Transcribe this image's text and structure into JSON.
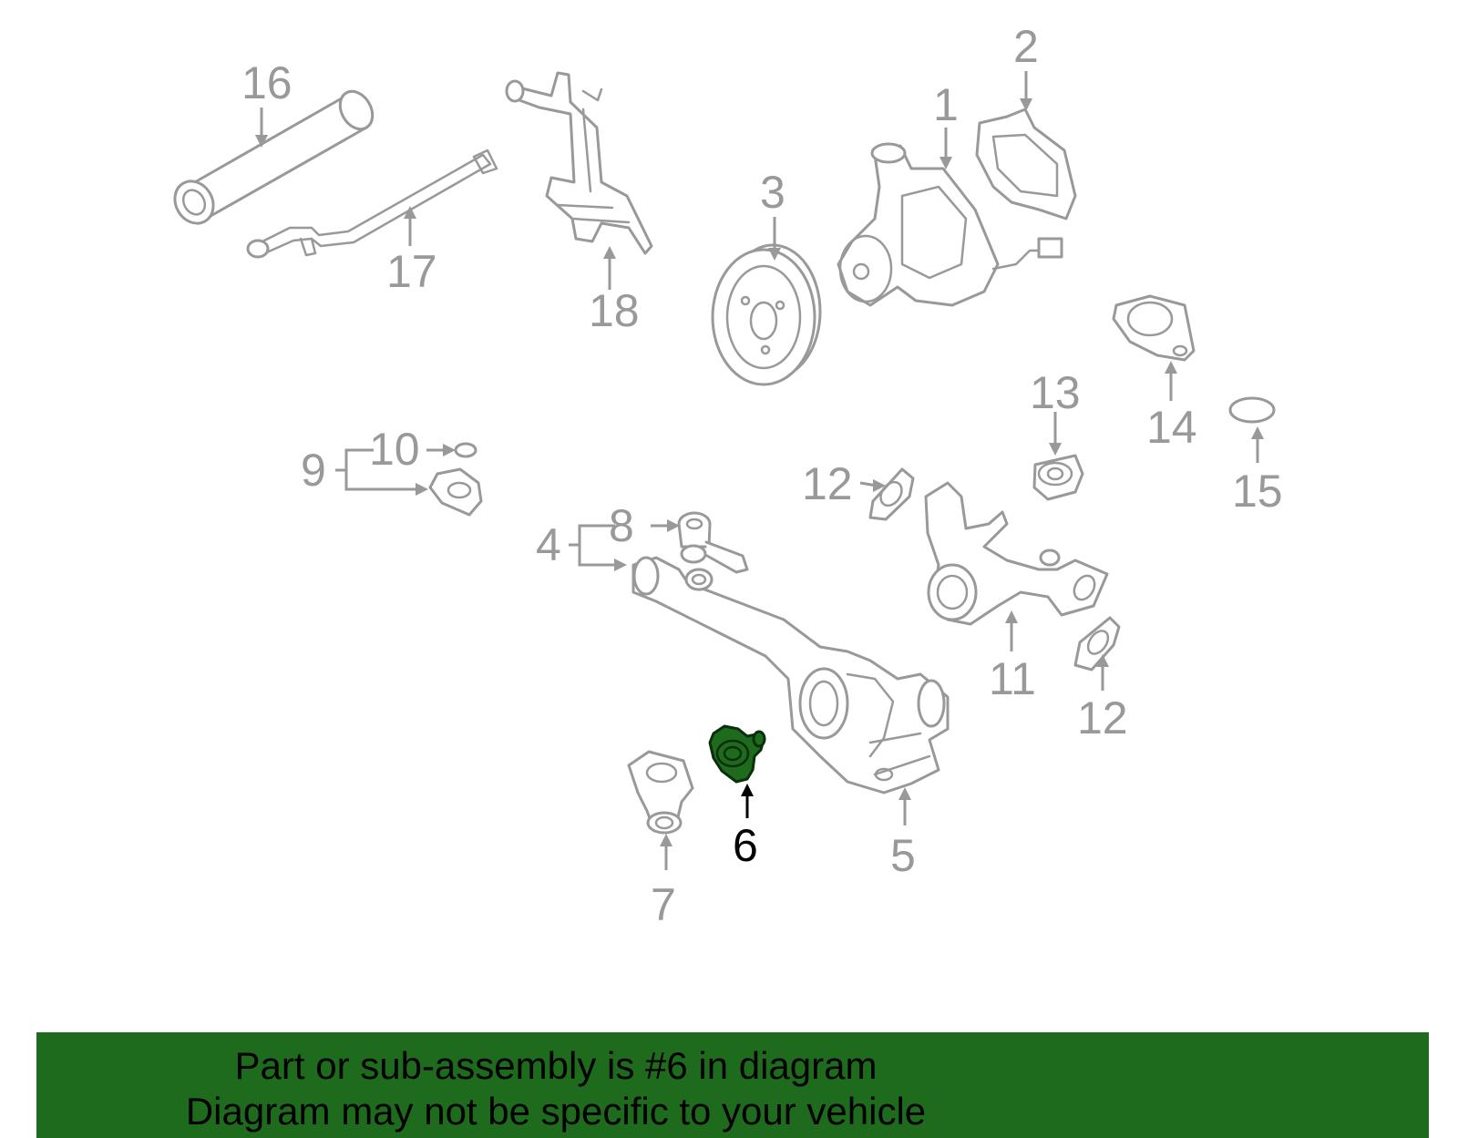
{
  "callouts": {
    "c1": "1",
    "c2": "2",
    "c3": "3",
    "c4": "4",
    "c5": "5",
    "c6": "6",
    "c7": "7",
    "c8": "8",
    "c9": "9",
    "c10": "10",
    "c11": "11",
    "c12a": "12",
    "c12b": "12",
    "c13": "13",
    "c14": "14",
    "c15": "15",
    "c16": "16",
    "c17": "17",
    "c18": "18"
  },
  "highlight": {
    "part_number": "6",
    "color": "#1e6b1e"
  },
  "banner": {
    "line1": "Part or sub-assembly is #6 in diagram",
    "line2": "Diagram may not be specific to your vehicle",
    "background": "#1e6b1e"
  },
  "colors": {
    "line_art": "#999999",
    "highlight_text": "#000000"
  }
}
